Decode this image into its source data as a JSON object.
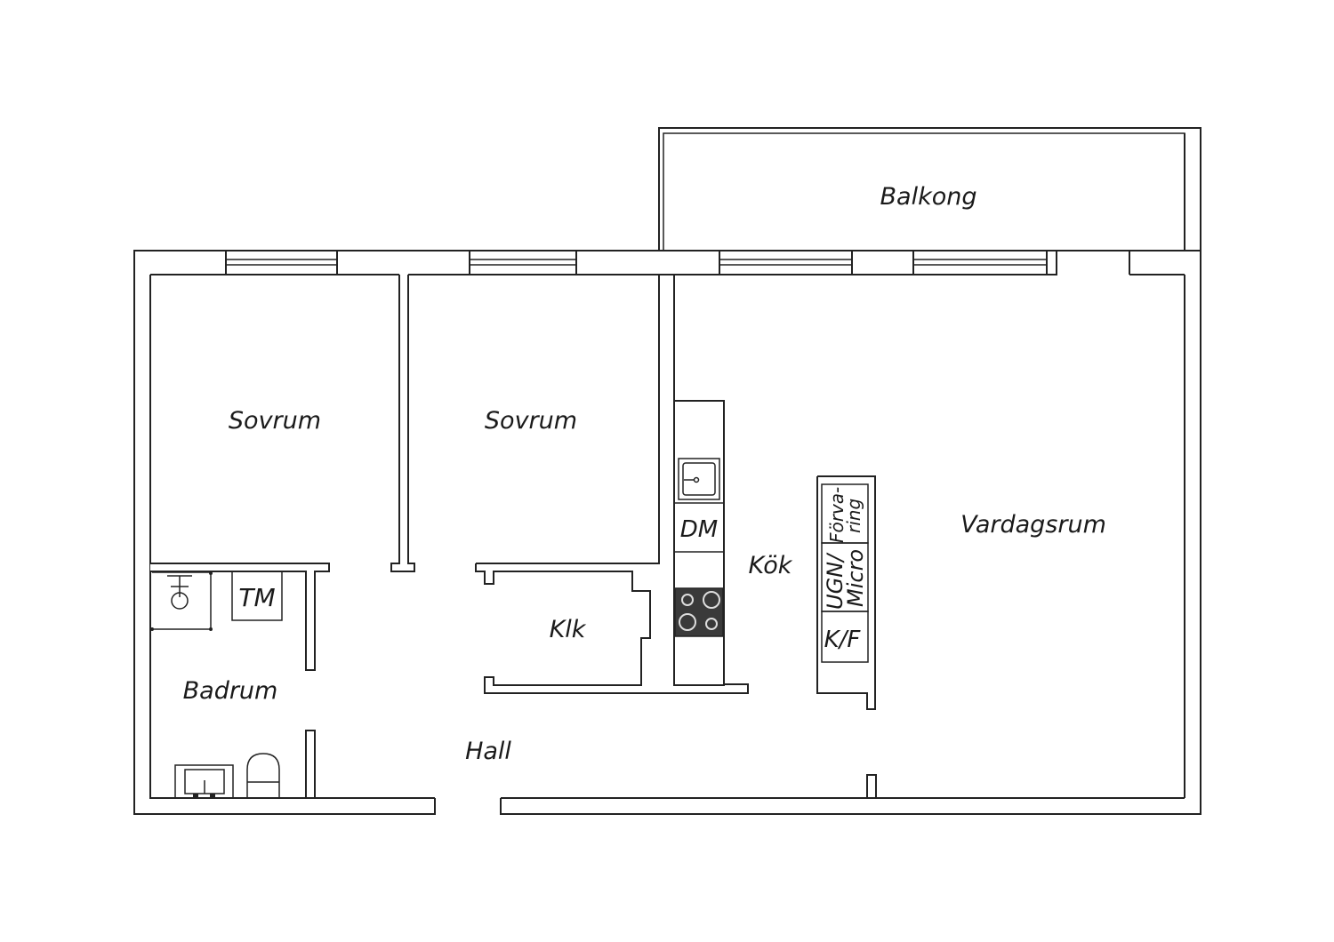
{
  "colors": {
    "wall": "#222222",
    "background": "#ffffff",
    "stove": "#3a3a3a"
  },
  "rooms": {
    "balcony": "Balkong",
    "bedroom_1": "Sovrum",
    "bedroom_2": "Sovrum",
    "living_room": "Vardagsrum",
    "kitchen": "Kök",
    "closet": "Klk",
    "bathroom": "Badrum",
    "hall": "Hall"
  },
  "fixtures": {
    "dishwasher": "DM",
    "washing_machine": "TM",
    "fridge_freezer": "K/F",
    "oven_micro_1": "UGN/",
    "oven_micro_2": "Micro",
    "storage_1": "Förva-",
    "storage_2": "ring"
  }
}
